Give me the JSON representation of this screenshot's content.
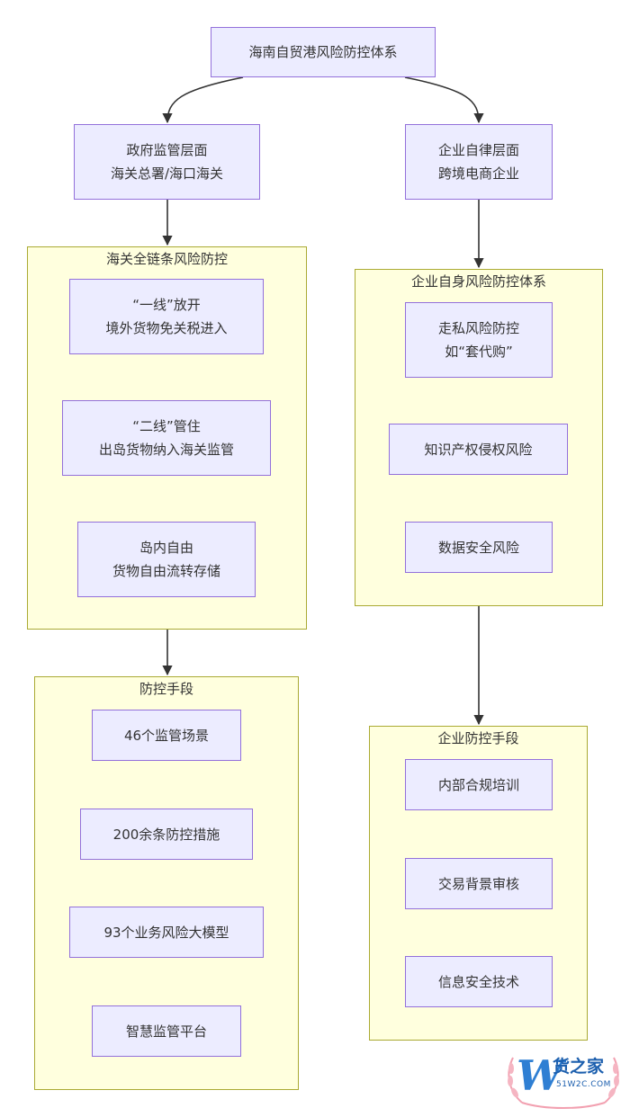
{
  "nodes": {
    "root": [
      "海南自贸港风险防控体系"
    ],
    "gov": [
      "政府监管层面",
      "海关总署/海口海关"
    ],
    "ent": [
      "企业自律层面",
      "跨境电商企业"
    ],
    "line1": [
      "“一线”放开",
      "境外货物免关税进入"
    ],
    "line2": [
      "“二线”管住",
      "出岛货物纳入海关监管"
    ],
    "island": [
      "岛内自由",
      "货物自由流转存储"
    ],
    "smuggle": [
      "走私风险防控",
      "如“套代购”"
    ],
    "ip": [
      "知识产权侵权风险"
    ],
    "datasec": [
      "数据安全风险"
    ],
    "m1": [
      "46个监管场景"
    ],
    "m2": [
      "200余条防控措施"
    ],
    "m3": [
      "93个业务风险大模型"
    ],
    "m4": [
      "智慧监管平台"
    ],
    "e1": [
      "内部合规培训"
    ],
    "e2": [
      "交易背景审核"
    ],
    "e3": [
      "信息安全技术"
    ]
  },
  "clusters": {
    "customs": "海关全链条风险防控",
    "enterprise": "企业自身风险防控体系",
    "measures": "防控手段",
    "ent_measures": "企业防控手段"
  },
  "watermark": {
    "logo_letter": "W",
    "name": "货之家",
    "site": "51W2C.COM"
  },
  "colors": {
    "node_fill": "#ECECFF",
    "node_border": "#9370DB",
    "cluster_fill": "#ffffde",
    "cluster_border": "#aaaa33",
    "edge": "#333333"
  }
}
